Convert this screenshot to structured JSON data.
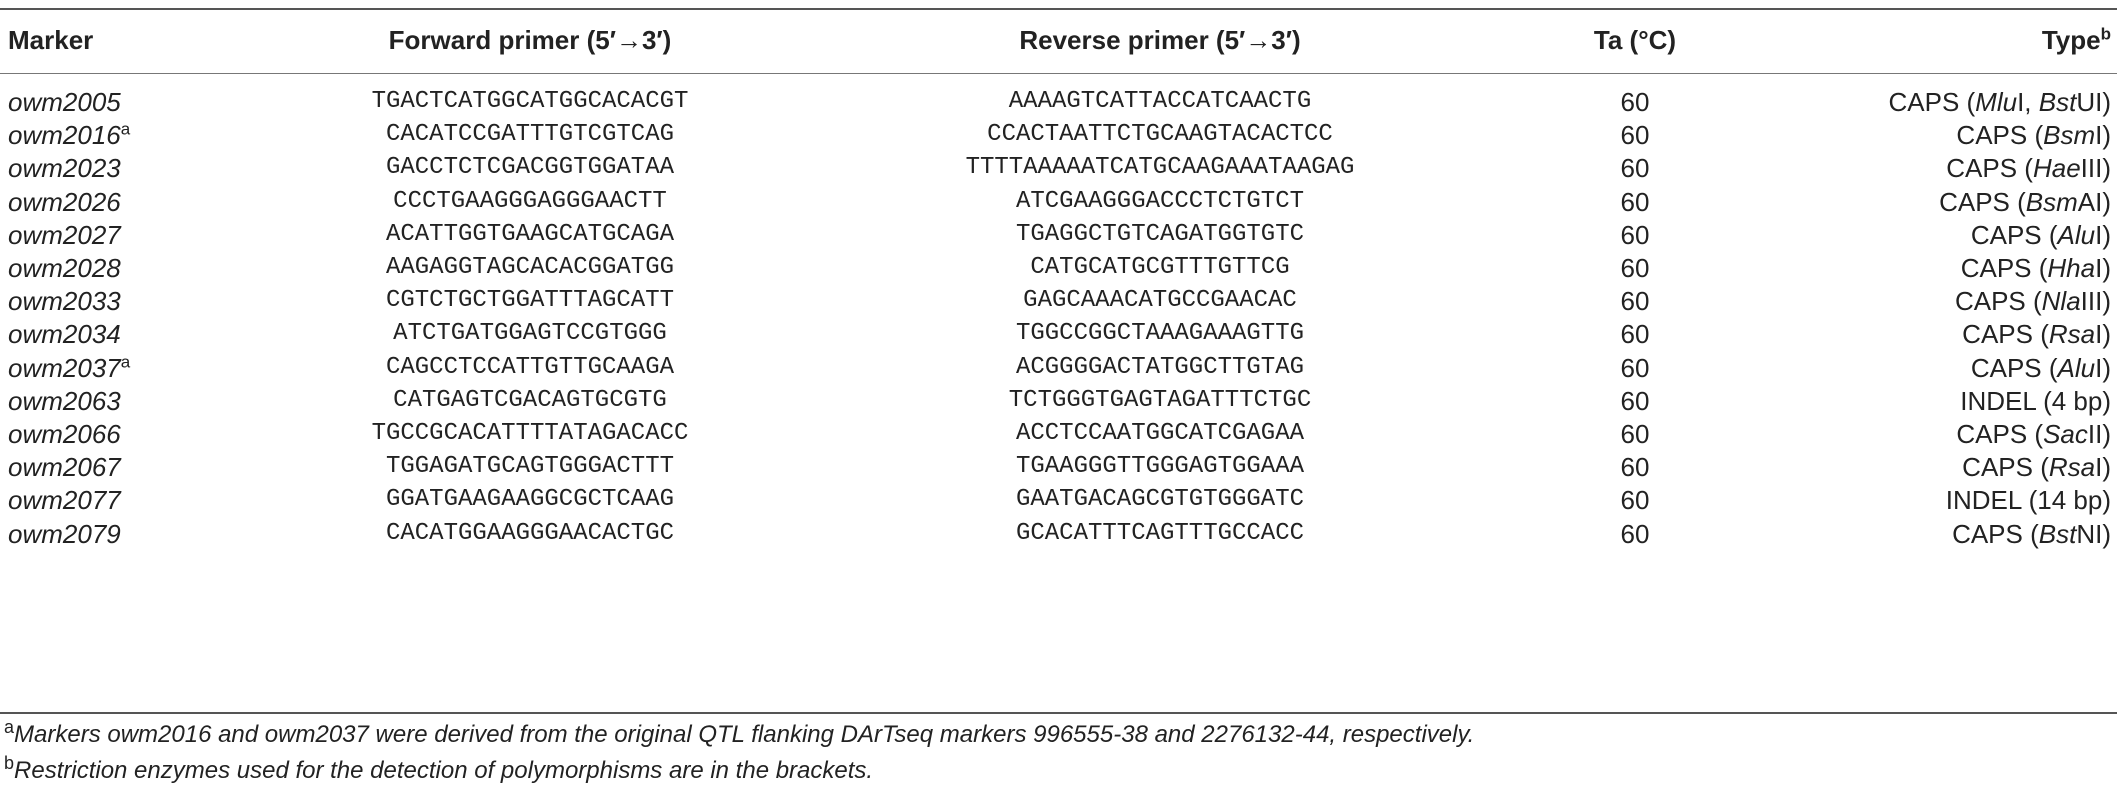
{
  "headers": {
    "marker": "Marker",
    "forward": "Forward primer (5′→3′)",
    "reverse": "Reverse primer (5′→3′)",
    "ta": "Ta (°C)",
    "type": "Type",
    "type_sup": "b"
  },
  "rows": [
    {
      "marker": "owm2005",
      "sup": "",
      "forward": "TGACTCATGGCATGGCACACGT",
      "reverse": "AAAAGTCATTACCATCAACTG",
      "ta": "60",
      "type_pre": "CAPS (",
      "enz1": "Mlu",
      "mid": "I, ",
      "enz2": "Bst",
      "post": "UI)"
    },
    {
      "marker": "owm2016",
      "sup": "a",
      "forward": "CACATCCGATTTGTCGTCAG",
      "reverse": "CCACTAATTCTGCAAGTACACTCC",
      "ta": "60",
      "type_pre": "CAPS (",
      "enz1": "Bsm",
      "mid": "",
      "enz2": "",
      "post": "I)"
    },
    {
      "marker": "owm2023",
      "sup": "",
      "forward": "GACCTCTCGACGGTGGATAA",
      "reverse": "TTTTAAAAATCATGCAAGAAATAAGAG",
      "ta": "60",
      "type_pre": "CAPS (",
      "enz1": "Hae",
      "mid": "",
      "enz2": "",
      "post": "III)"
    },
    {
      "marker": "owm2026",
      "sup": "",
      "forward": "CCCTGAAGGGAGGGAACTT",
      "reverse": "ATCGAAGGGACCCTCTGTCT",
      "ta": "60",
      "type_pre": "CAPS (",
      "enz1": "Bsm",
      "mid": "",
      "enz2": "",
      "post": "AI)"
    },
    {
      "marker": "owm2027",
      "sup": "",
      "forward": "ACATTGGTGAAGCATGCAGA",
      "reverse": "TGAGGCTGTCAGATGGTGTC",
      "ta": "60",
      "type_pre": "CAPS (",
      "enz1": "Alu",
      "mid": "",
      "enz2": "",
      "post": "I)"
    },
    {
      "marker": "owm2028",
      "sup": "",
      "forward": "AAGAGGTAGCACACGGATGG",
      "reverse": "CATGCATGCGTTTGTTCG",
      "ta": "60",
      "type_pre": "CAPS (",
      "enz1": "Hha",
      "mid": "",
      "enz2": "",
      "post": "I)"
    },
    {
      "marker": "owm2033",
      "sup": "",
      "forward": "CGTCTGCTGGATTTAGCATT",
      "reverse": "GAGCAAACATGCCGAACAC",
      "ta": "60",
      "type_pre": "CAPS (",
      "enz1": "Nla",
      "mid": "",
      "enz2": "",
      "post": "III)"
    },
    {
      "marker": "owm2034",
      "sup": "",
      "forward": "ATCTGATGGAGTCCGTGGG",
      "reverse": "TGGCCGGCTAAAGAAAGTTG",
      "ta": "60",
      "type_pre": "CAPS (",
      "enz1": "Rsa",
      "mid": "",
      "enz2": "",
      "post": "I)"
    },
    {
      "marker": "owm2037",
      "sup": "a",
      "forward": "CAGCCTCCATTGTTGCAAGA",
      "reverse": "ACGGGGACTATGGCTTGTAG",
      "ta": "60",
      "type_pre": "CAPS (",
      "enz1": "Alu",
      "mid": "",
      "enz2": "",
      "post": "I)"
    },
    {
      "marker": "owm2063",
      "sup": "",
      "forward": "CATGAGTCGACAGTGCGTG",
      "reverse": "TCTGGGTGAGTAGATTTCTGC",
      "ta": "60",
      "type_pre": "INDEL (4 bp)",
      "enz1": "",
      "mid": "",
      "enz2": "",
      "post": ""
    },
    {
      "marker": "owm2066",
      "sup": "",
      "forward": "TGCCGCACATTTTATAGACACC",
      "reverse": "ACCTCCAATGGCATCGAGAA",
      "ta": "60",
      "type_pre": "CAPS (",
      "enz1": "Sac",
      "mid": "",
      "enz2": "",
      "post": "II)"
    },
    {
      "marker": "owm2067",
      "sup": "",
      "forward": "TGGAGATGCAGTGGGACTTT",
      "reverse": "TGAAGGGTTGGGAGTGGAAA",
      "ta": "60",
      "type_pre": "CAPS (",
      "enz1": "Rsa",
      "mid": "",
      "enz2": "",
      "post": "I)"
    },
    {
      "marker": "owm2077",
      "sup": "",
      "forward": "GGATGAAGAAGGCGCTCAAG",
      "reverse": "GAATGACAGCGTGTGGGATC",
      "ta": "60",
      "type_pre": "INDEL (14 bp)",
      "enz1": "",
      "mid": "",
      "enz2": "",
      "post": ""
    },
    {
      "marker": "owm2079",
      "sup": "",
      "forward": "CACATGGAAGGGAACACTGC",
      "reverse": "GCACATTTCAGTTTGCCACC",
      "ta": "60",
      "type_pre": "CAPS (",
      "enz1": "Bst",
      "mid": "",
      "enz2": "",
      "post": "NI)"
    }
  ],
  "footnotes": [
    {
      "sup": "a",
      "text": "Markers owm2016 and owm2037 were derived from the original QTL flanking DArTseq markers 996555-38 and 2276132-44, respectively."
    },
    {
      "sup": "b",
      "text": "Restriction enzymes used for the detection of polymorphisms are in the brackets."
    }
  ]
}
